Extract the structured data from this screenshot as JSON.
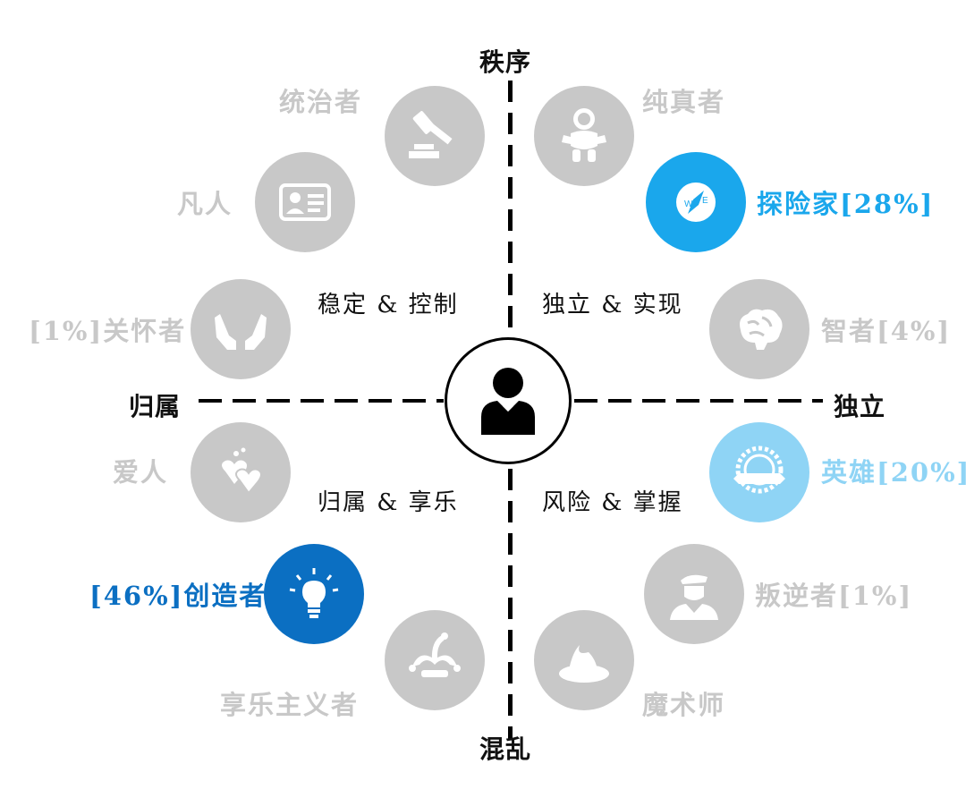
{
  "axes": {
    "top": "秩序",
    "bottom": "混乱",
    "left": "归属",
    "right": "独立"
  },
  "quadrants": {
    "top_left": "稳定 & 控制",
    "top_right": "独立 & 实现",
    "bottom_left": "归属 & 享乐",
    "bottom_right": "风险 & 掌握"
  },
  "archetypes": [
    {
      "key": "ruler",
      "name": "统治者",
      "percent": "",
      "icon": "gavel-icon",
      "color": "#c8c8c8"
    },
    {
      "key": "innocent",
      "name": "纯真者",
      "percent": "",
      "icon": "baby-icon",
      "color": "#c8c8c8"
    },
    {
      "key": "explorer",
      "name": "探险家",
      "percent": "[28%]",
      "icon": "compass-icon",
      "color": "#1aa7ec"
    },
    {
      "key": "everyman",
      "name": "凡人",
      "percent": "",
      "icon": "id-card-icon",
      "color": "#c8c8c8"
    },
    {
      "key": "caregiver",
      "name": "关怀者",
      "percent": "[1%]",
      "icon": "hands-icon",
      "color": "#c8c8c8"
    },
    {
      "key": "sage",
      "name": "智者",
      "percent": "[4%]",
      "icon": "brain-icon",
      "color": "#c8c8c8"
    },
    {
      "key": "lover",
      "name": "爱人",
      "percent": "",
      "icon": "hearts-icon",
      "color": "#c8c8c8"
    },
    {
      "key": "hero",
      "name": "英雄",
      "percent": "[20%]",
      "icon": "badge-icon",
      "color": "#8fd4f5"
    },
    {
      "key": "creator",
      "name": "创造者",
      "percent": "[46%]",
      "icon": "lightbulb-icon",
      "color": "#0b6fc2"
    },
    {
      "key": "outlaw",
      "name": "叛逆者",
      "percent": "[1%]",
      "icon": "outlaw-icon",
      "color": "#c8c8c8"
    },
    {
      "key": "jester",
      "name": "享乐主义者",
      "percent": "",
      "icon": "jester-hat-icon",
      "color": "#c8c8c8"
    },
    {
      "key": "magician",
      "name": "魔术师",
      "percent": "",
      "icon": "wizard-hat-icon",
      "color": "#c8c8c8"
    }
  ],
  "center": {
    "icon": "person-icon"
  }
}
